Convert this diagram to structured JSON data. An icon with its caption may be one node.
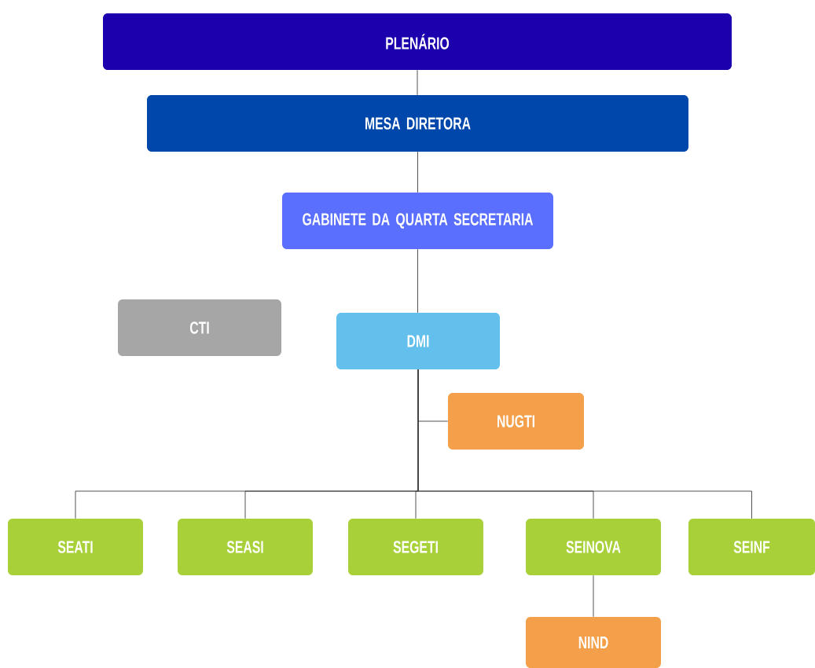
{
  "diagram": {
    "nodes": [
      {
        "text": [
          "PLENÁRIO"
        ]
      },
      {
        "text": [
          "MESA DIRETORA"
        ]
      },
      {
        "text": [
          "GABINETE DA QUARTA SECRETARIA"
        ]
      },
      {
        "text": [
          "CTI"
        ]
      },
      {
        "text": [
          "DMI"
        ]
      },
      {
        "text": [
          "NUGTI"
        ]
      },
      {
        "text": [
          "SEATI"
        ]
      },
      {
        "text": [
          "SEASI"
        ]
      },
      {
        "text": [
          "SEGETI"
        ]
      },
      {
        "text": [
          "SEINOVA"
        ]
      },
      {
        "text": [
          "SEINF"
        ]
      },
      {
        "text": [
          "NIND"
        ]
      }
    ],
    "edges": [
      {
        "from": 0,
        "to": 1,
        "arrow": "none"
      },
      {
        "from": 1,
        "to": 2,
        "arrow": "none"
      },
      {
        "from": 2,
        "to": 4,
        "arrow": "none"
      },
      {
        "from": 4,
        "to": 5,
        "arrow": "none"
      },
      {
        "from": 4,
        "to": 6,
        "arrow": "none"
      },
      {
        "from": 4,
        "to": 7,
        "arrow": "none"
      },
      {
        "from": 4,
        "to": 8,
        "arrow": "none"
      },
      {
        "from": 4,
        "to": 9,
        "arrow": "none"
      },
      {
        "from": 4,
        "to": 10,
        "arrow": "none"
      },
      {
        "from": 9,
        "to": 11,
        "arrow": "none"
      }
    ]
  }
}
